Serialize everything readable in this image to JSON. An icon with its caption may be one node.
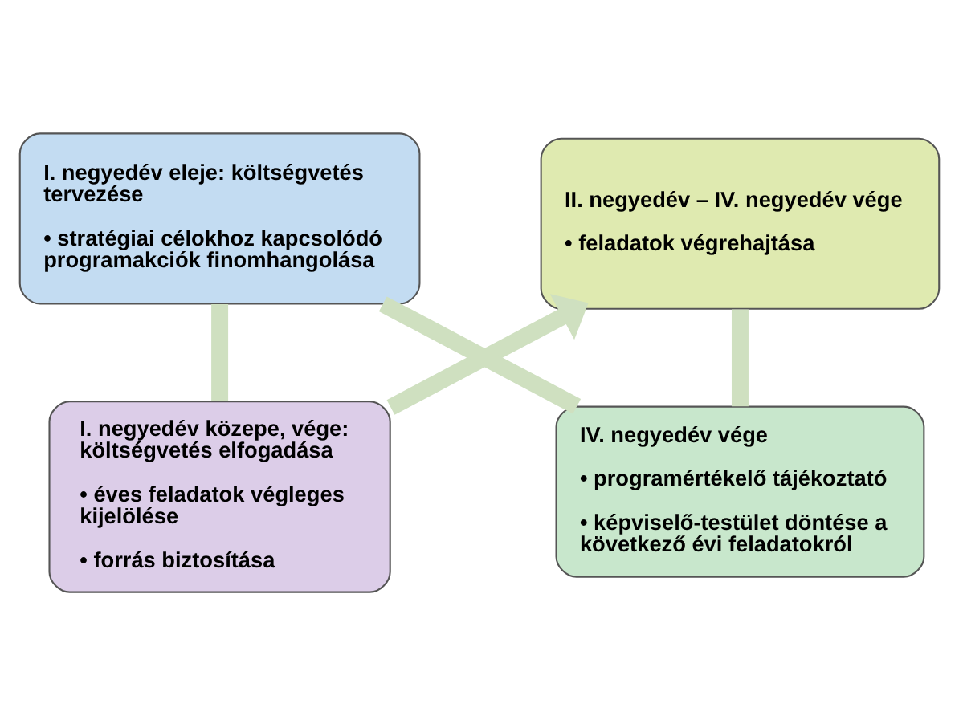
{
  "diagram": {
    "nodes": [
      {
        "text": [
          "I. negyedév közepe, vége: költségvetés elfogadása",
          "• éves feladatok végleges kijelölése",
          "• forrás biztosítása"
        ]
      },
      {
        "text": [
          "II. negyedév – IV. negyedév vége",
          "• feladatok végrehajtása"
        ]
      },
      {
        "text": [
          "I. negyedév eleje: költségvetés tervezése",
          "• stratégiai célokhoz kapcsolódó programakciók finomhangolása"
        ]
      },
      {
        "text": [
          "IV. negyedév vége",
          "• programértékelő tájékoztató",
          "• képviselő-testület döntése a következő évi feladatokról"
        ]
      }
    ],
    "edges": [
      {
        "from": 0,
        "to": 1,
        "arrow": "to"
      },
      {
        "from": 1,
        "to": 3,
        "arrow": "none"
      },
      {
        "from": 3,
        "to": 2,
        "arrow": "none"
      },
      {
        "from": 2,
        "to": 0,
        "arrow": "none"
      }
    ]
  }
}
